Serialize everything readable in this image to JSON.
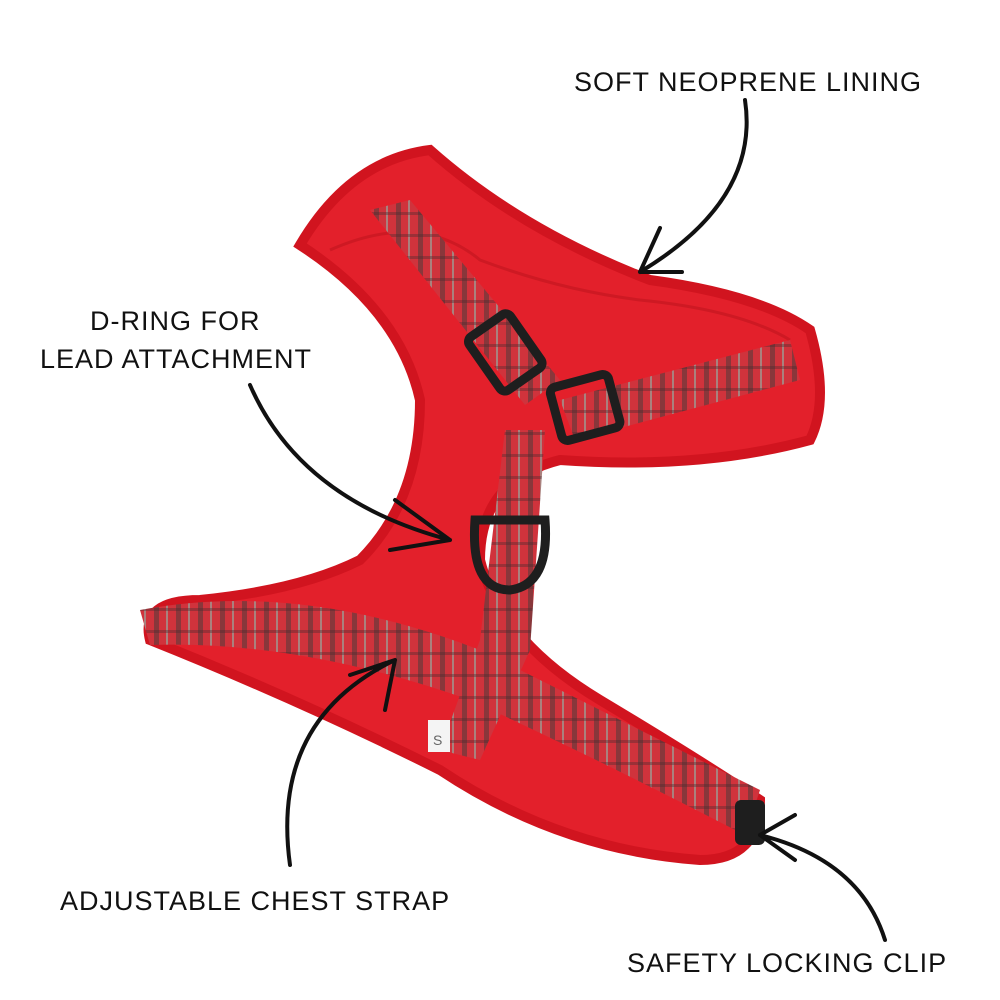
{
  "annotations": {
    "neoprene": "SOFT NEOPRENE LINING",
    "dring_line1": "D-RING FOR",
    "dring_line2": "LEAD ATTACHMENT",
    "chest_strap": "ADJUSTABLE CHEST STRAP",
    "clip": "SAFETY LOCKING CLIP"
  },
  "size_tag": "S",
  "colors": {
    "harness": "#e3202b",
    "strap": "#c8323c",
    "hardware": "#1e1e1e",
    "text": "#111111"
  }
}
